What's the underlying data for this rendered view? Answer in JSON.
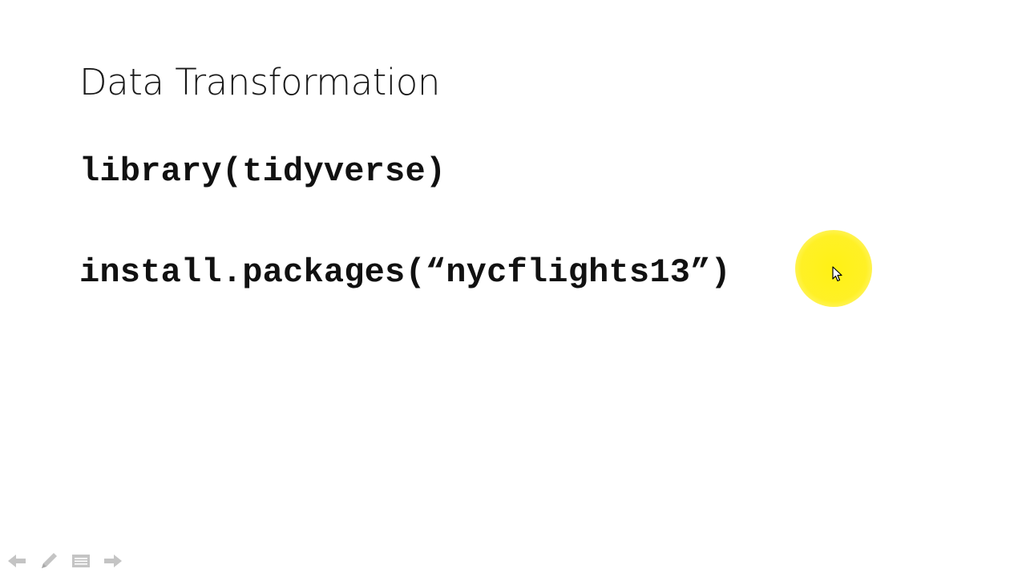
{
  "slide": {
    "title": "Data Transformation",
    "code_lines": [
      "library(tidyverse)",
      "install.packages(“nycflights13”)"
    ]
  },
  "pointer": {
    "highlight_color": "#fff000"
  },
  "controls": [
    {
      "icon": "arrow-left-icon"
    },
    {
      "icon": "pen-icon"
    },
    {
      "icon": "slides-menu-icon"
    },
    {
      "icon": "arrow-right-icon"
    }
  ]
}
